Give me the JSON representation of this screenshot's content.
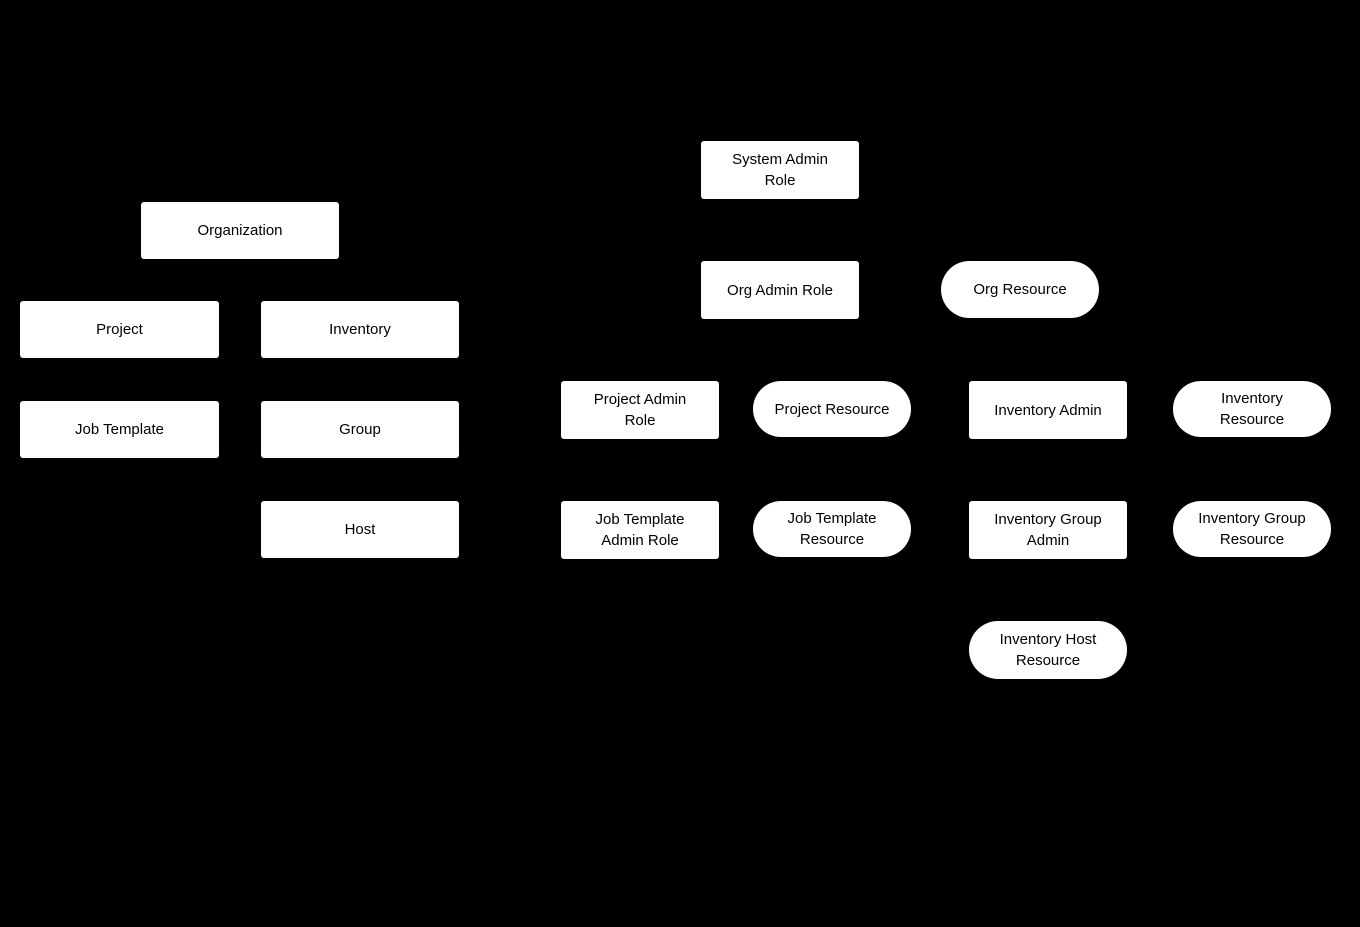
{
  "diagram": {
    "background_color": "#000000",
    "node_fill_color": "#ffffff",
    "node_text_color": "#000000",
    "nodes": [
      {
        "id": "organization",
        "label": "Organization",
        "shape": "rect"
      },
      {
        "id": "project",
        "label": "Project",
        "shape": "rect"
      },
      {
        "id": "inventory",
        "label": "Inventory",
        "shape": "rect"
      },
      {
        "id": "job-template",
        "label": "Job Template",
        "shape": "rect"
      },
      {
        "id": "group",
        "label": "Group",
        "shape": "rect"
      },
      {
        "id": "host",
        "label": "Host",
        "shape": "rect"
      },
      {
        "id": "system-admin-role",
        "label": "System Admin\nRole",
        "shape": "rect"
      },
      {
        "id": "org-admin-role",
        "label": "Org Admin Role",
        "shape": "rect"
      },
      {
        "id": "org-resource",
        "label": "Org Resource",
        "shape": "pill"
      },
      {
        "id": "project-admin-role",
        "label": "Project Admin\nRole",
        "shape": "rect"
      },
      {
        "id": "project-resource",
        "label": "Project Resource",
        "shape": "pill"
      },
      {
        "id": "inventory-admin",
        "label": "Inventory Admin",
        "shape": "rect"
      },
      {
        "id": "inventory-resource",
        "label": "Inventory\nResource",
        "shape": "pill"
      },
      {
        "id": "job-template-admin-role",
        "label": "Job Template\nAdmin Role",
        "shape": "rect"
      },
      {
        "id": "job-template-resource",
        "label": "Job Template\nResource",
        "shape": "pill"
      },
      {
        "id": "inventory-group-admin",
        "label": "Inventory Group\nAdmin",
        "shape": "rect"
      },
      {
        "id": "inventory-group-resource",
        "label": "Inventory Group\nResource",
        "shape": "pill"
      },
      {
        "id": "inventory-host-resource",
        "label": "Inventory Host\nResource",
        "shape": "pill"
      }
    ]
  }
}
